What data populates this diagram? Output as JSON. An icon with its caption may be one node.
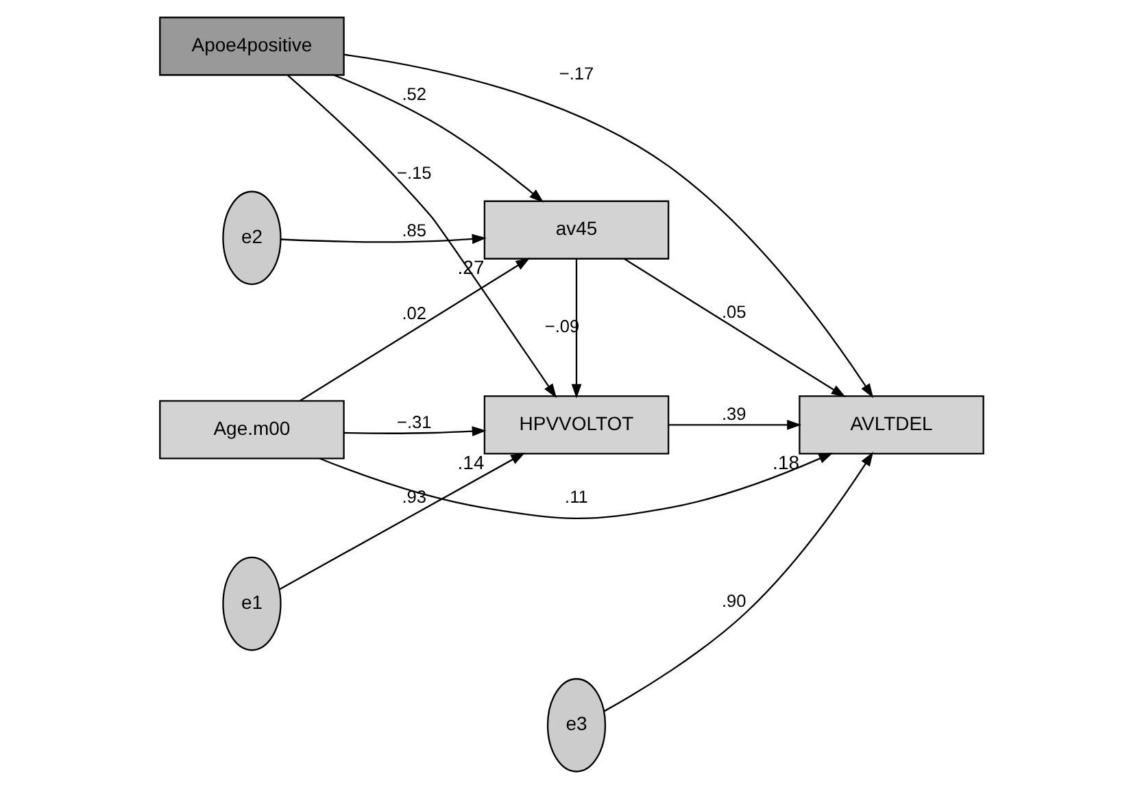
{
  "diagram": {
    "nodes": [
      {
        "text": [
          "e1"
        ]
      },
      {
        "text": [
          "Apoe4positive"
        ]
      },
      {
        "text": [
          "HPVVOLTOT"
        ],
        "beside": [
          ".14"
        ]
      },
      {
        "text": [
          "AVLTDEL"
        ],
        "beside": [
          ".18"
        ]
      },
      {
        "text": [
          "Age.m00"
        ]
      },
      {
        "text": [
          "av45"
        ],
        "beside": [
          ".27"
        ]
      },
      {
        "text": [
          "e2"
        ]
      },
      {
        "text": [
          "e3"
        ]
      }
    ],
    "edges": [
      {
        "from": 0,
        "to": 2,
        "arrow": "to",
        "label": ".93"
      },
      {
        "from": 1,
        "to": 2,
        "arrow": "to",
        "label": "−.15"
      },
      {
        "from": 1,
        "to": 3,
        "arrow": "to",
        "label": "−.17"
      },
      {
        "from": 1,
        "to": 5,
        "arrow": "to",
        "label": ".52"
      },
      {
        "from": 4,
        "to": 2,
        "arrow": "to",
        "label": "−.31"
      },
      {
        "from": 4,
        "to": 3,
        "arrow": "to",
        "label": ".11"
      },
      {
        "from": 4,
        "to": 5,
        "arrow": "to",
        "label": ".02"
      },
      {
        "from": 5,
        "to": 2,
        "arrow": "to",
        "label": "−.09"
      },
      {
        "from": 2,
        "to": 3,
        "arrow": "to",
        "label": ".39"
      },
      {
        "from": 5,
        "to": 3,
        "arrow": "to",
        "label": ".05"
      },
      {
        "from": 6,
        "to": 5,
        "arrow": "to",
        "label": ".85"
      },
      {
        "from": 7,
        "to": 3,
        "arrow": "to",
        "label": ".90"
      }
    ]
  }
}
